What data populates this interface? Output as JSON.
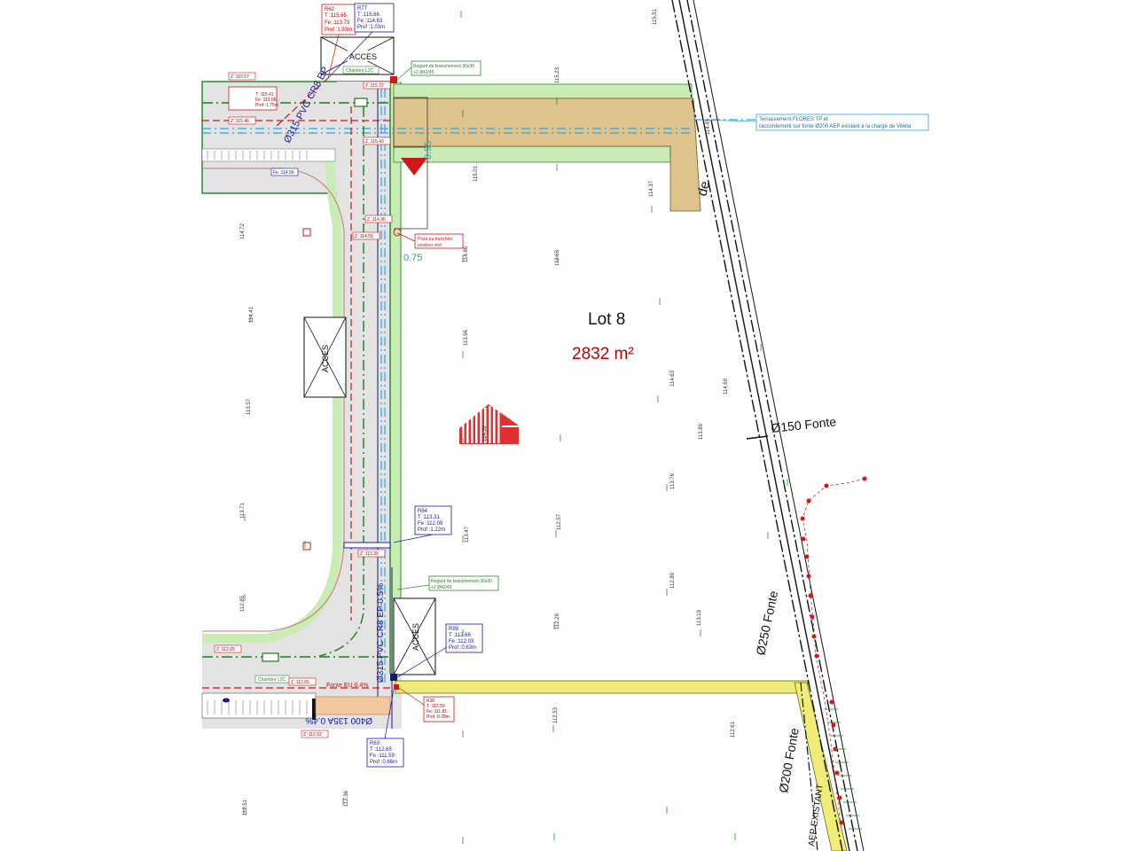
{
  "lot": {
    "name": "Lot 8",
    "area": "2832 m²"
  },
  "access_labels": {
    "top": "ACCES",
    "middle": "ACCES",
    "bottom": "ACCES"
  },
  "pipes": {
    "fonte_150": "Ø150 Fonte",
    "fonte_250": "Ø250 Fonte",
    "fonte_200": "Ø200 Fonte",
    "pvc_top": "Ø315 PVC CR8 EP",
    "pvc_bottom": "Ø315 PVC CR8 EP 0.5%",
    "ua_400": "Ø400 135A 0.4%",
    "fonte_eu": "Fonte EU 0.4%",
    "aep_existant": "AEP EXISTANT"
  },
  "dimensions": {
    "d075": "0.75",
    "d095": "0.95",
    "de": "de"
  },
  "callouts": {
    "terrassement": [
      "Terrassement FLORES TP et",
      "raccordement sur fonte Ø200 AEP existant à la charge de Villeta"
    ],
    "regard_top": [
      "Regard de branchement 30x30",
      "+2 Ø42/45"
    ],
    "regard_bottom": [
      "Regard de branchement 30x30",
      "+2 Ø42/45"
    ],
    "pose_tranchee": [
      "Pose au tranchée",
      "position réel"
    ],
    "chambre_top": "Chambre L2C",
    "chambre_bottom": "Chambre L2C"
  },
  "regards": {
    "r62": [
      "R62",
      "T :115.65",
      "Fe :113.73",
      "Prof :1.93m"
    ],
    "r77": [
      "R77",
      "T :115.66",
      "Fe :114.63",
      "Prof :1.03m"
    ],
    "r64": [
      "R64",
      "T :113.31",
      "Fe :112.09",
      "Prof :1.22m"
    ],
    "r99": [
      "R99",
      "T :112.66",
      "Fe :112.03",
      "Prof :0.63m"
    ],
    "r63": [
      "R63",
      "T :112.65",
      "Fe :111.59",
      "Prof :0.66m"
    ],
    "r36": [
      "R36",
      "T :112.59",
      "Fe :111.81",
      "Prof :0.78m"
    ],
    "r_left": [
      "T :115.41",
      "Fe :113.66",
      "Prof :1.75m"
    ]
  },
  "level_tags": [
    "Z :115.57",
    "Z :115.72",
    "Z :115.43",
    "Z :114.96",
    "Z :114.56",
    "Z :113.30",
    "Z :112.65",
    "Z :112.65",
    "Z :112.62",
    "Z :115.46"
  ],
  "fe_tag": "Fe :114.56",
  "spot_heights": [
    "114.72",
    "113.71",
    "112.85",
    "114.41",
    "113.57",
    "114.86",
    "113.96",
    "112.65",
    "112.57",
    "112.29",
    "113.76",
    "114.63",
    "115.23",
    "113.89",
    "112.53",
    "114.69",
    "113.19",
    "112.36",
    "115.01",
    "114.32",
    "113.47",
    "112.89",
    "115.51",
    "114.37",
    "112.51",
    "114.45",
    "112.61"
  ],
  "colors": {
    "road_fill": "#e3e3e3",
    "verge_green": "#c8ecb4",
    "earthwork_tan": "#dec48c",
    "gas_yellow": "#f0ec78",
    "network_blue": "#2aa6e0",
    "network_red": "#d01818",
    "network_green": "#1e7a1e",
    "logo_red": "#e03030"
  }
}
